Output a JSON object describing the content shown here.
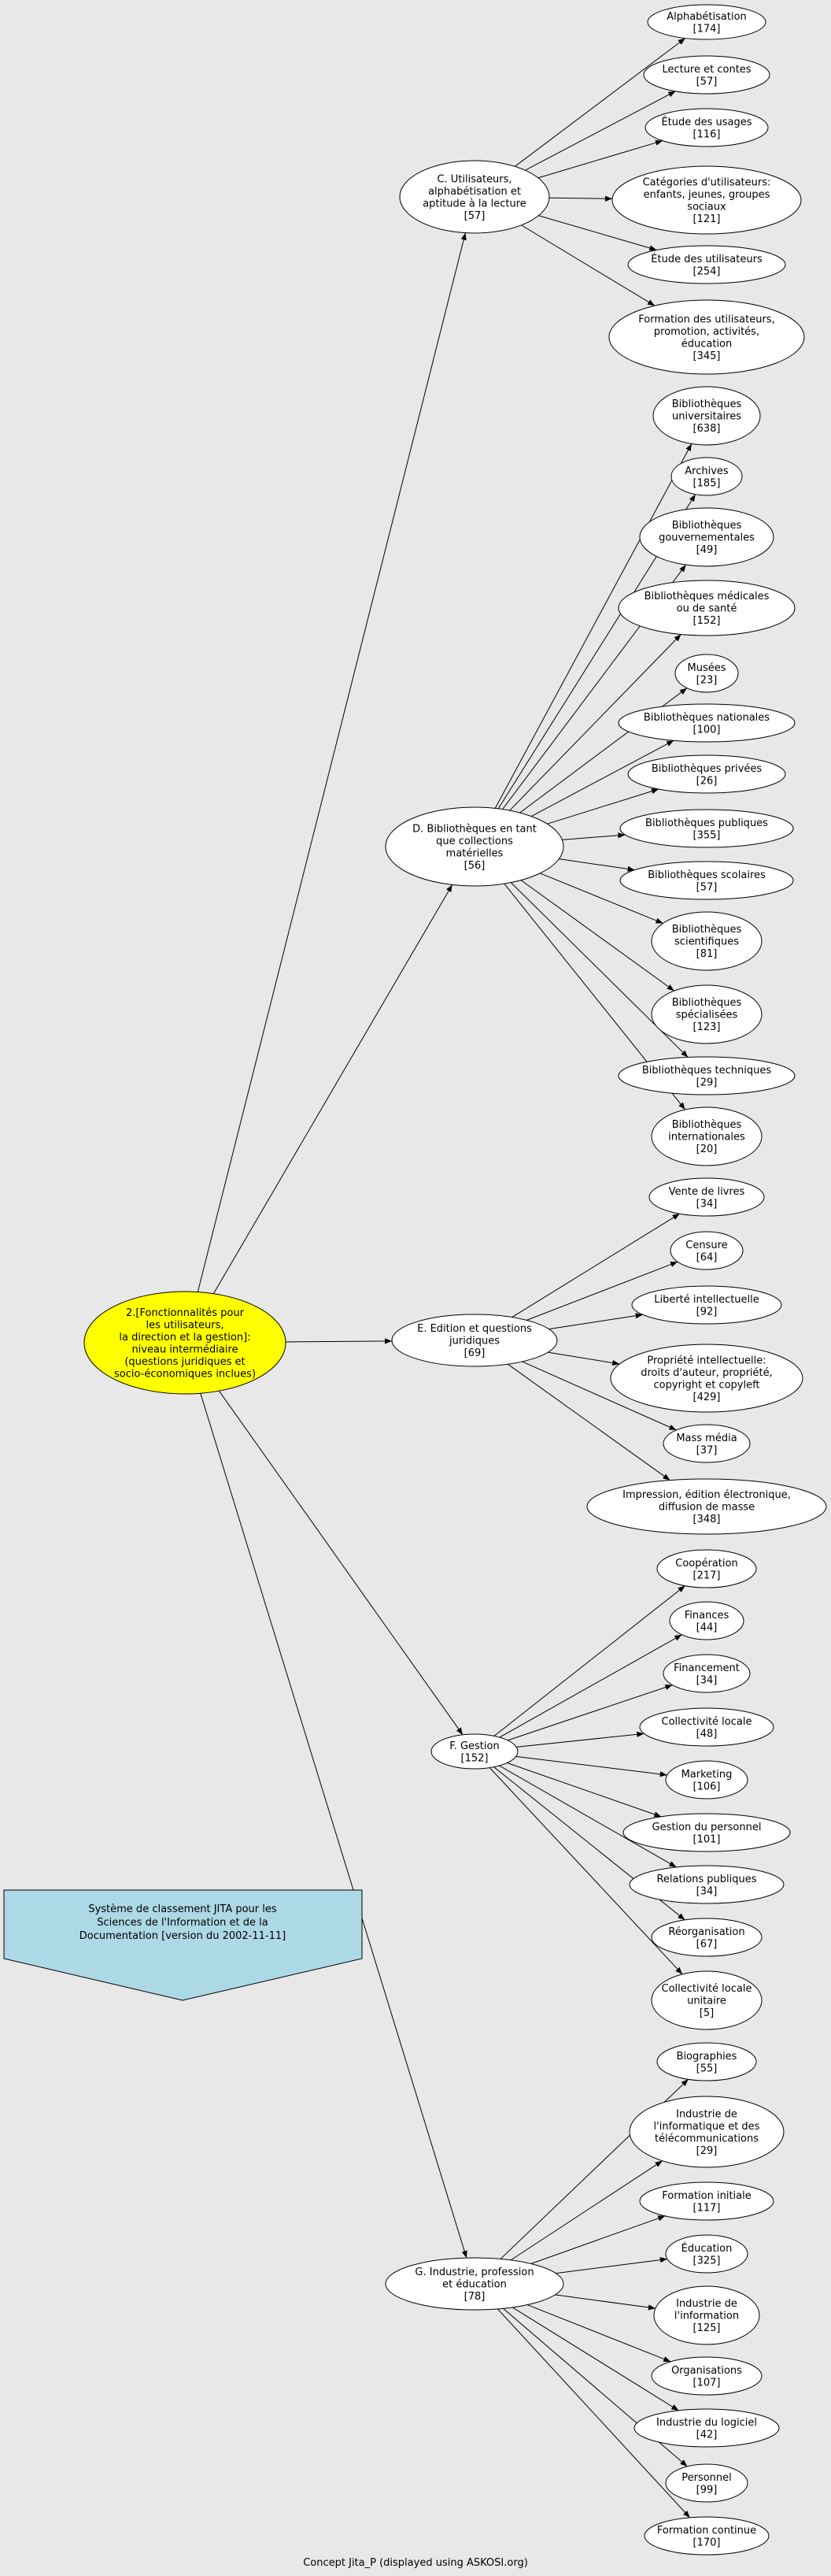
{
  "root": {
    "lines": [
      "2.[Fonctionnalités pour",
      "les utilisateurs,",
      "la direction et la gestion]:",
      "niveau intermédiaire",
      "(questions juridiques et",
      "socio-économiques inclues)"
    ],
    "fill": "#ffff00"
  },
  "legend": {
    "lines": [
      "Système de classement JITA pour les",
      "Sciences de l'Information et de la",
      "Documentation [version du 2002-11-11]"
    ],
    "fill": "#add8e6"
  },
  "footer": "Concept Jita_P (displayed using ASKOSI.org)",
  "colors": {
    "background": "#e8e8e8",
    "node_fill": "#ffffff",
    "stroke": "#000000"
  },
  "categories": [
    {
      "id": "c",
      "lines": [
        "C. Utilisateurs,",
        "alphabétisation et",
        "aptitude à la lecture",
        "[57]"
      ],
      "children": [
        {
          "lines": [
            "Alphabétisation",
            "[174]"
          ]
        },
        {
          "lines": [
            "Lecture et contes",
            "[57]"
          ]
        },
        {
          "lines": [
            "Étude des usages",
            "[116]"
          ]
        },
        {
          "lines": [
            "Catégories d'utilisateurs:",
            "enfants, jeunes, groupes",
            "sociaux",
            "[121]"
          ]
        },
        {
          "lines": [
            "Étude des utilisateurs",
            "[254]"
          ]
        },
        {
          "lines": [
            "Formation des utilisateurs,",
            "promotion, activités,",
            "éducation",
            "[345]"
          ]
        }
      ]
    },
    {
      "id": "d",
      "lines": [
        "D. Bibliothèques en tant",
        "que collections",
        "matérielles",
        "[56]"
      ],
      "children": [
        {
          "lines": [
            "Bibliothèques",
            "universitaires",
            "[638]"
          ]
        },
        {
          "lines": [
            "Archives",
            "[185]"
          ]
        },
        {
          "lines": [
            "Bibliothèques",
            "gouvernementales",
            "[49]"
          ]
        },
        {
          "lines": [
            "Bibliothèques médicales",
            "ou de santé",
            "[152]"
          ]
        },
        {
          "lines": [
            "Musées",
            "[23]"
          ]
        },
        {
          "lines": [
            "Bibliothèques nationales",
            "[100]"
          ]
        },
        {
          "lines": [
            "Bibliothèques privées",
            "[26]"
          ]
        },
        {
          "lines": [
            "Bibliothèques publiques",
            "[355]"
          ]
        },
        {
          "lines": [
            "Bibliothèques scolaires",
            "[57]"
          ]
        },
        {
          "lines": [
            "Bibliothèques",
            "scientifiques",
            "[81]"
          ]
        },
        {
          "lines": [
            "Bibliothèques",
            "spécialisées",
            "[123]"
          ]
        },
        {
          "lines": [
            "Bibliothèques techniques",
            "[29]"
          ]
        },
        {
          "lines": [
            "Bibliothèques",
            "internationales",
            "[20]"
          ]
        }
      ]
    },
    {
      "id": "e",
      "lines": [
        "E. Edition et questions",
        "juridiques",
        "[69]"
      ],
      "children": [
        {
          "lines": [
            "Vente de livres",
            "[34]"
          ]
        },
        {
          "lines": [
            "Censure",
            "[64]"
          ]
        },
        {
          "lines": [
            "Liberté intellectuelle",
            "[92]"
          ]
        },
        {
          "lines": [
            "Propriété intellectuelle:",
            "droits d'auteur, propriété,",
            "copyright et copyleft",
            "[429]"
          ]
        },
        {
          "lines": [
            "Mass média",
            "[37]"
          ]
        },
        {
          "lines": [
            "Impression, édition électronique,",
            "diffusion de masse",
            "[348]"
          ]
        }
      ]
    },
    {
      "id": "f",
      "lines": [
        "F. Gestion",
        "[152]"
      ],
      "children": [
        {
          "lines": [
            "Coopération",
            "[217]"
          ]
        },
        {
          "lines": [
            "Finances",
            "[44]"
          ]
        },
        {
          "lines": [
            "Financement",
            "[34]"
          ]
        },
        {
          "lines": [
            "Collectivité locale",
            "[48]"
          ]
        },
        {
          "lines": [
            "Marketing",
            "[106]"
          ]
        },
        {
          "lines": [
            "Gestion du personnel",
            "[101]"
          ]
        },
        {
          "lines": [
            "Relations publiques",
            "[34]"
          ]
        },
        {
          "lines": [
            "Réorganisation",
            "[67]"
          ]
        },
        {
          "lines": [
            "Collectivité locale",
            "unitaire",
            "[5]"
          ]
        }
      ]
    },
    {
      "id": "g",
      "lines": [
        "G. Industrie, profession",
        "et éducation",
        "[78]"
      ],
      "children": [
        {
          "lines": [
            "Biographies",
            "[55]"
          ]
        },
        {
          "lines": [
            "Industrie de",
            "l'informatique et des",
            "télécommunications",
            "[29]"
          ]
        },
        {
          "lines": [
            "Formation initiale",
            "[117]"
          ]
        },
        {
          "lines": [
            "Éducation",
            "[325]"
          ]
        },
        {
          "lines": [
            "Industrie de",
            "l'information",
            "[125]"
          ]
        },
        {
          "lines": [
            "Organisations",
            "[107]"
          ]
        },
        {
          "lines": [
            "Industrie du logiciel",
            "[42]"
          ]
        },
        {
          "lines": [
            "Personnel",
            "[99]"
          ]
        },
        {
          "lines": [
            "Formation continue",
            "[170]"
          ]
        }
      ]
    }
  ]
}
